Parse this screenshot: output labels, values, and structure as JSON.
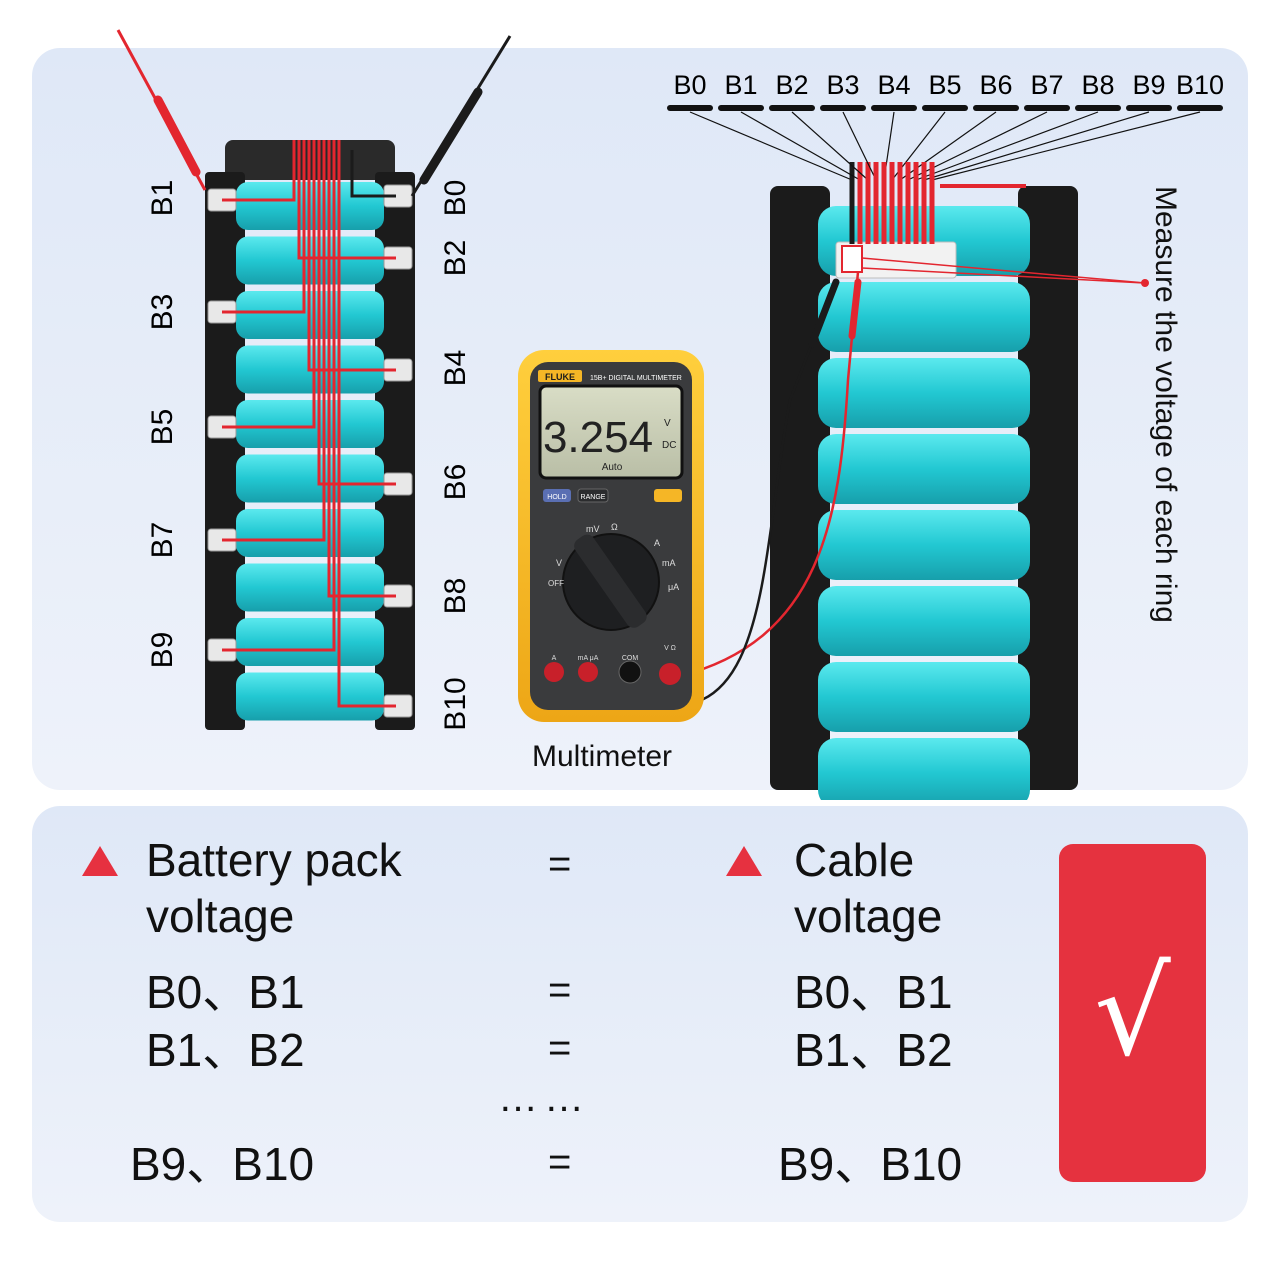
{
  "left_pack": {
    "labels_left": [
      "B1",
      "B3",
      "B5",
      "B7",
      "B9"
    ],
    "labels_right": [
      "B0",
      "B2",
      "B4",
      "B6",
      "B8",
      "B10"
    ]
  },
  "connector": {
    "pins": [
      "B0",
      "B1",
      "B2",
      "B3",
      "B4",
      "B5",
      "B6",
      "B7",
      "B8",
      "B9",
      "B10"
    ]
  },
  "multimeter": {
    "brand": "FLUKE",
    "model": "15B+ DIGITAL MULTIMETER",
    "reading": "3.254",
    "unit_top": "V",
    "unit_bottom": "DC",
    "mode": "Auto",
    "buttons": [
      "HOLD",
      "RANGE"
    ],
    "dial": {
      "off": "OFF",
      "v_ac": "V",
      "mv": "mV",
      "ohm": "Ω",
      "a": "A",
      "ma": "mA",
      "ua": "μA"
    },
    "terminals": [
      "A",
      "mA μA",
      "COM",
      "V Ω"
    ],
    "label": "Multimeter"
  },
  "caption": "Measure the voltage of each ring",
  "comparison": {
    "left_header": "Battery pack voltage",
    "left_header_l1": "Battery pack",
    "left_header_l2": "voltage",
    "right_header": "Cable voltage",
    "right_header_l1": "Cable",
    "right_header_l2": "voltage",
    "equals": "=",
    "ellipsis": "……",
    "rows": [
      {
        "left": "B0、B1",
        "right": "B0、B1"
      },
      {
        "left": "B1、B2",
        "right": "B1、B2"
      },
      {
        "left": "B9、B10",
        "right": "B9、B10"
      }
    ],
    "check": "√"
  },
  "colors": {
    "cell": "#2fd4dc",
    "holder": "#1b1b1b",
    "wire_red": "#e3262f",
    "accent": "#e5323f",
    "meter_case": "#f5b626"
  }
}
